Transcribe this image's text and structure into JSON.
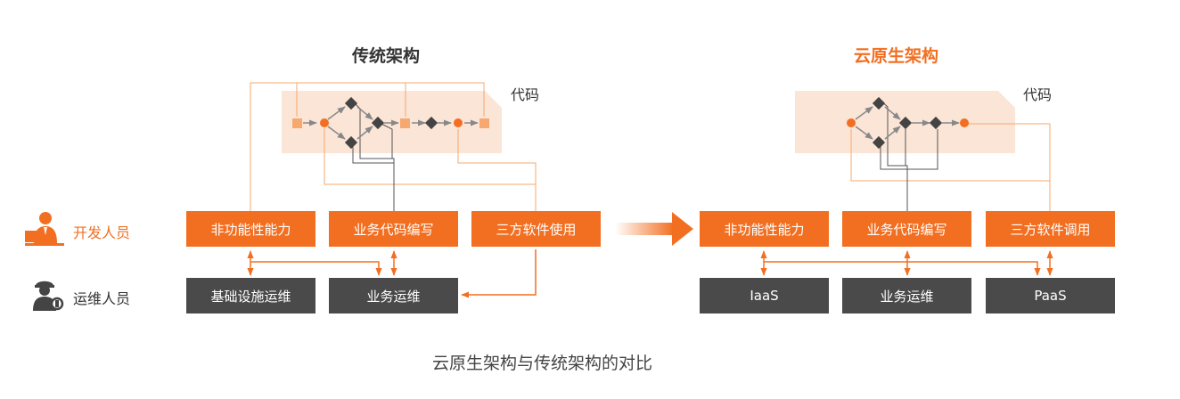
{
  "traditional": {
    "title": "传统架构",
    "code_label": "代码",
    "dev_boxes": [
      "非功能性能力",
      "业务代码编写",
      "三方软件使用"
    ],
    "ops_boxes": [
      "基础设施运维",
      "业务运维"
    ]
  },
  "cloud_native": {
    "title": "云原生架构",
    "code_label": "代码",
    "dev_boxes": [
      "非功能性能力",
      "业务代码编写",
      "三方软件调用"
    ],
    "ops_boxes": [
      "IaaS",
      "业务运维",
      "PaaS"
    ]
  },
  "roles": {
    "developer": "开发人员",
    "operator": "运维人员"
  },
  "caption": "云原生架构与传统架构的对比",
  "colors": {
    "accent": "#f26f21",
    "dark_box": "#4a4a4a",
    "code_area": "#fbe5d6",
    "node_dark": "#444444",
    "light_square": "#f7a86e"
  },
  "icons": {
    "developer": "developer-person-icon",
    "operator": "operator-person-icon",
    "arrow": "right-arrow-icon"
  }
}
